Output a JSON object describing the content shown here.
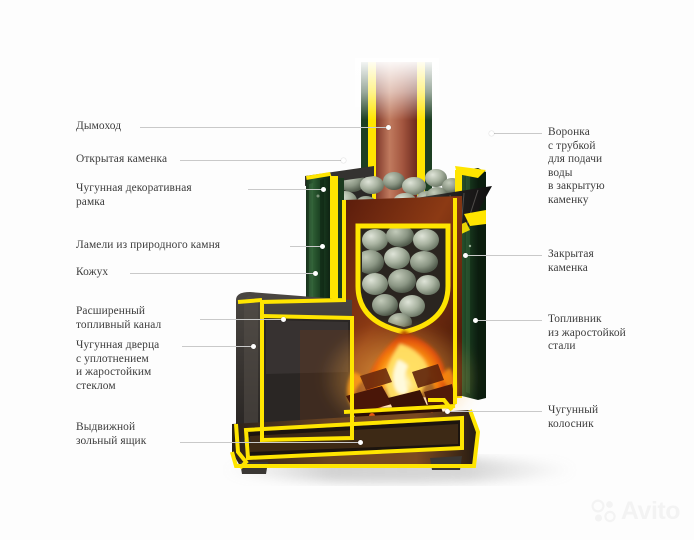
{
  "page": {
    "background_color": "#fdfdfd",
    "text_color": "#3c3c3c",
    "accent_outline_color": "#ffe500",
    "stone_panel_color": "#1f3d22",
    "body_color": "#3a3a38",
    "flame_color": "#ff8c00",
    "leader_color": "#c9c9c9",
    "marker_color": "#ffffff"
  },
  "diagram": {
    "title": "Cutaway diagram of a wood-burning sauna stove",
    "subject": "sauna-stove-cutaway"
  },
  "labels_left": [
    {
      "id": "chimney",
      "text": "Дымоход"
    },
    {
      "id": "open-heater",
      "text": "Открытая каменка"
    },
    {
      "id": "cast-iron-frame",
      "text": "Чугунная декоративная\nрамка"
    },
    {
      "id": "stone-lamellas",
      "text": "Ламели из природного камня"
    },
    {
      "id": "casing",
      "text": "Кожух"
    },
    {
      "id": "fuel-channel",
      "text": "Расширенный\nтопливный канал"
    },
    {
      "id": "door",
      "text": "Чугунная дверца\nс уплотнением\nи жаростойким\nстеклом"
    },
    {
      "id": "ash-box",
      "text": "Выдвижной\nзольный ящик"
    }
  ],
  "labels_right": [
    {
      "id": "water-funnel",
      "text": "Воронка\nс трубкой\nдля подачи\nводы\nв закрытую\nкаменку"
    },
    {
      "id": "closed-heater",
      "text": "Закрытая\nкаменка"
    },
    {
      "id": "firebox",
      "text": "Топливник\nиз жаростойкой\nстали"
    },
    {
      "id": "grate",
      "text": "Чугунный\nколосник"
    }
  ],
  "watermark": {
    "brand": "Avito",
    "logo_icon": "avito-dots-icon"
  }
}
